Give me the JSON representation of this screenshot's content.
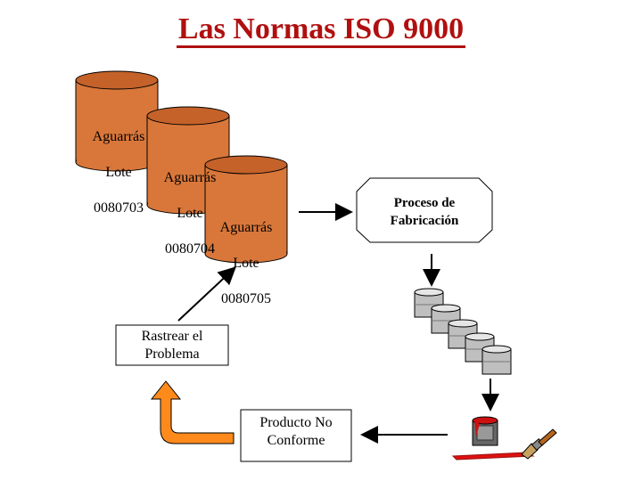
{
  "title": "Las Normas ISO 9000",
  "lots": [
    {
      "line1": "Aguarrás",
      "line2": "Lote",
      "line3": "0080703"
    },
    {
      "line1": "Aguarrás",
      "line2": "Lote",
      "line3": "0080704"
    },
    {
      "line1": "Aguarrás",
      "line2": "Lote",
      "line3": "0080705"
    }
  ],
  "process": {
    "line1": "Proceso de",
    "line2": "Fabricación"
  },
  "trace": {
    "line1": "Rastrear el",
    "line2": "Problema"
  },
  "nonconforming": {
    "line1": "Producto No",
    "line2": "Conforme"
  },
  "icons": [
    "drum-stack-icon",
    "paint-can-icon",
    "paintbrush-icon",
    "curved-arrow-icon"
  ],
  "colors": {
    "title": "#b01010",
    "cylinder": "#d9773a",
    "cylinder_top": "#c4622a",
    "drum": "#bfbfbf",
    "arrow": "#ff8a1c"
  }
}
